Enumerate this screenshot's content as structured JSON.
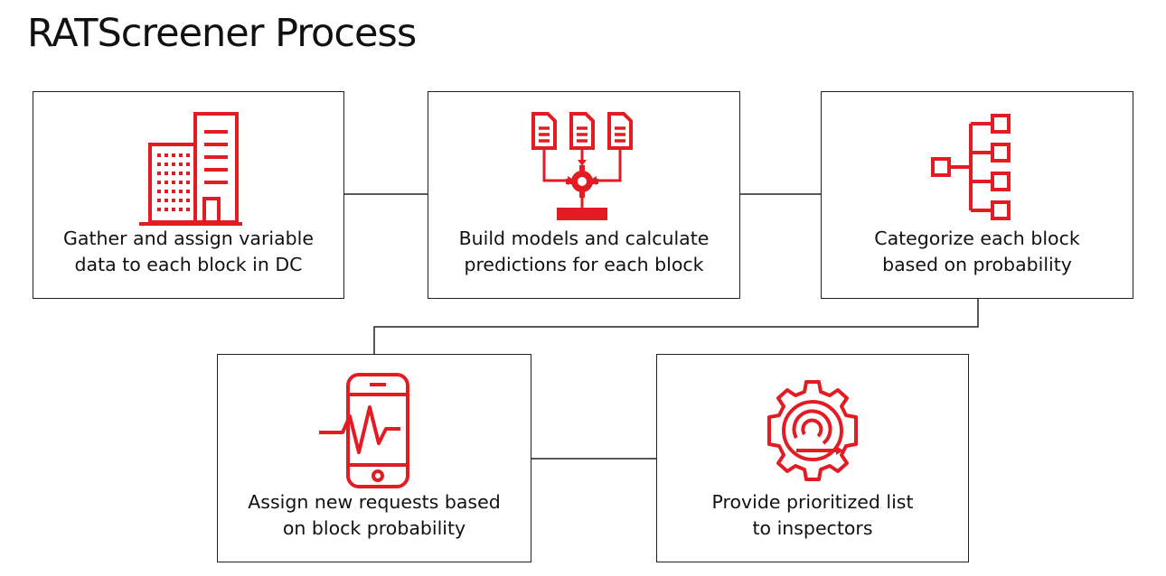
{
  "title": "RATScreener Process",
  "accent_color": "#e31b23",
  "steps": [
    {
      "icon": "building-icon",
      "line1": "Gather and assign variable",
      "line2": "data to each block in DC"
    },
    {
      "icon": "model-gear-icon",
      "line1": "Build models and calculate",
      "line2": "predictions for each block"
    },
    {
      "icon": "hierarchy-icon",
      "line1": "Categorize each block",
      "line2": "based on probability"
    },
    {
      "icon": "phone-pulse-icon",
      "line1": "Assign new requests based",
      "line2": "on block probability"
    },
    {
      "icon": "gear-cycle-icon",
      "line1": "Provide prioritized list",
      "line2": "to inspectors"
    }
  ]
}
